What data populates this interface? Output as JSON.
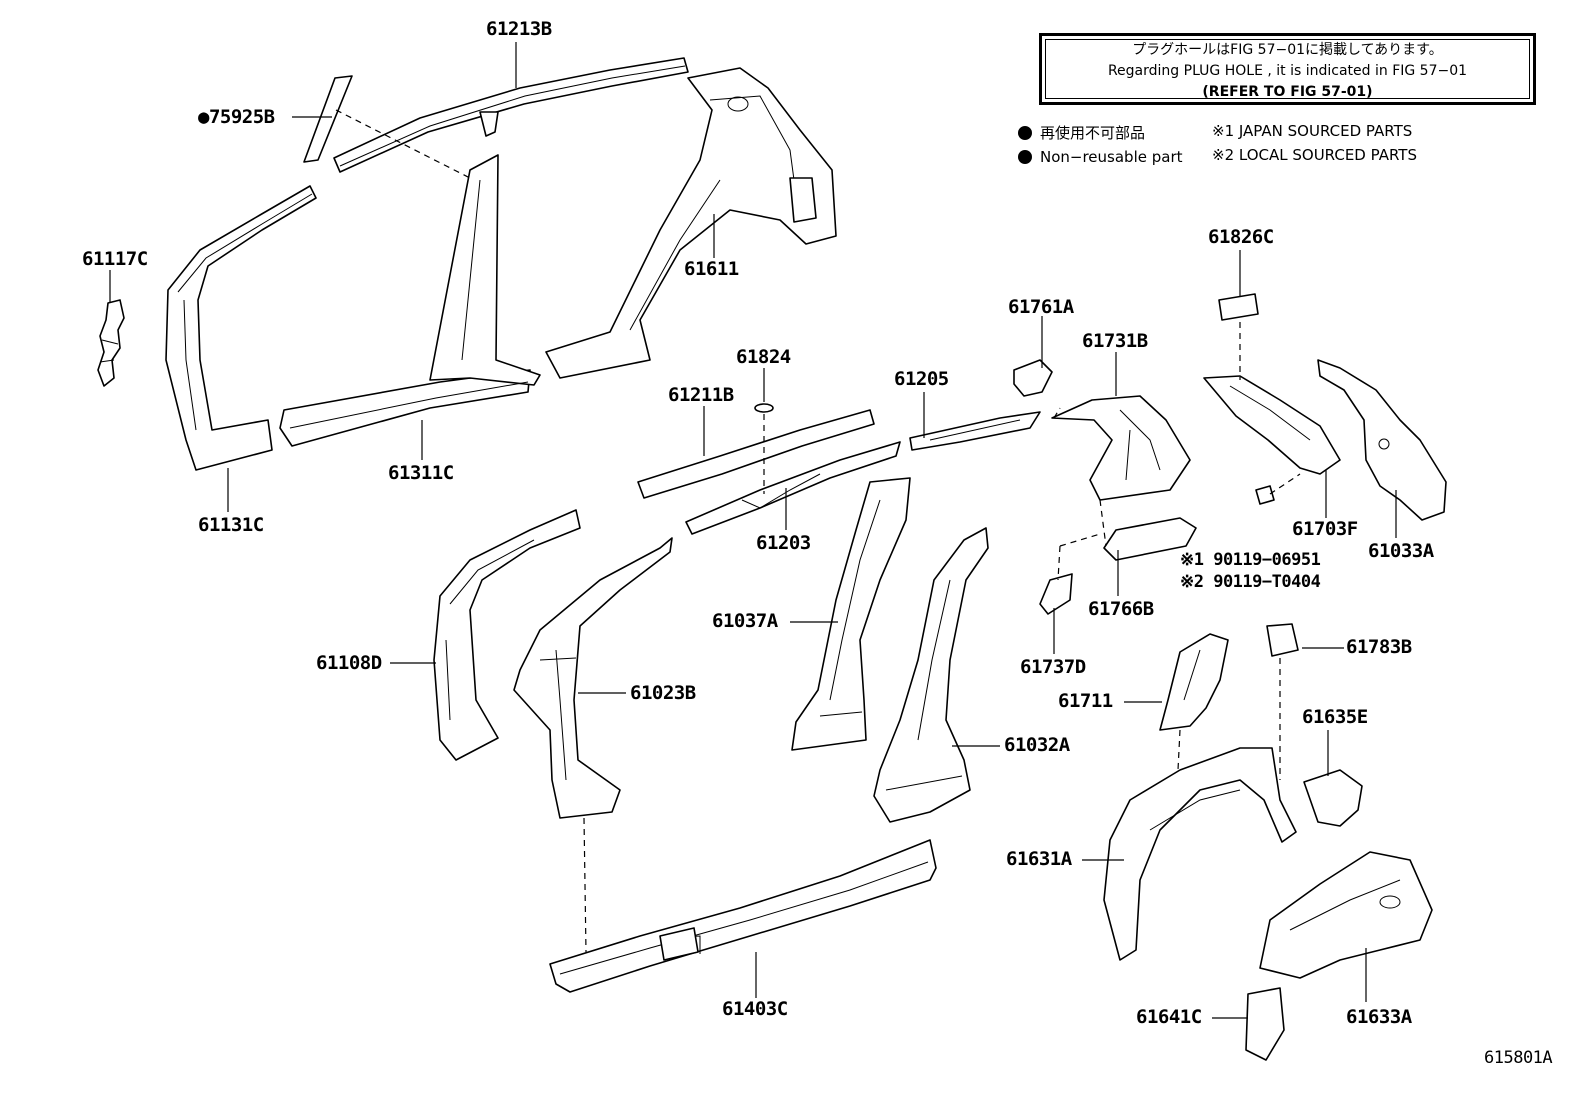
{
  "note": {
    "line1": "プラグホールはFIG 57−01に掲載してあります。",
    "line2": "Regarding PLUG HOLE , it is indicated in FIG 57−01",
    "line3": "(REFER TO FIG 57-01)"
  },
  "legend": {
    "non_reusable_jp": "再使用不可部品",
    "non_reusable_en": "Non−reusable part",
    "japan_sourced": "※1 JAPAN SOURCED PARTS",
    "local_sourced": "※2 LOCAL SOURCED PARTS"
  },
  "labels": {
    "p61213B": "61213B",
    "p75925B": "●75925B",
    "p61117C": "61117C",
    "p61611": "61611",
    "p61311C": "61311C",
    "p61131C": "61131C",
    "p61826C": "61826C",
    "p61761A": "61761A",
    "p61731B": "61731B",
    "p61824": "61824",
    "p61205": "61205",
    "p61211B": "61211B",
    "p61203": "61203",
    "p61703F": "61703F",
    "p61033A": "61033A",
    "p90119_06951": "※1 90119−06951",
    "p90119_T0404": "※2 90119−T0404",
    "p61766B": "61766B",
    "p61037A": "61037A",
    "p61108D": "61108D",
    "p61023B": "61023B",
    "p61737D": "61737D",
    "p61783B": "61783B",
    "p61711": "61711",
    "p61635E": "61635E",
    "p61032A": "61032A",
    "p61631A": "61631A",
    "p61403C": "61403C",
    "p61641C": "61641C",
    "p61633A": "61633A",
    "figure_code": "615801A"
  }
}
